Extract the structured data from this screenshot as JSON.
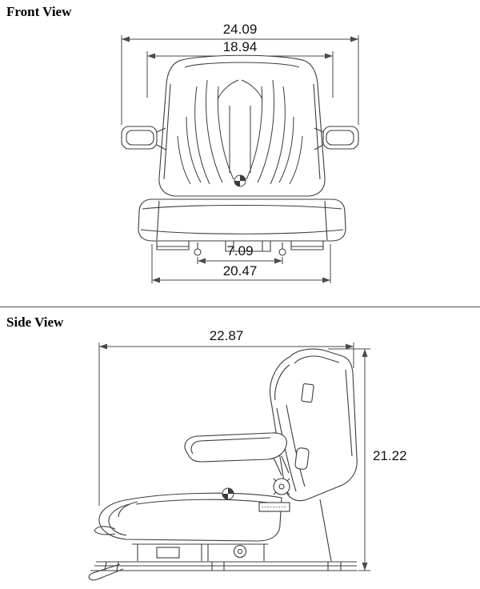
{
  "front_view": {
    "title": "Front View",
    "dimensions": {
      "overall_width": "24.09",
      "backrest_width": "18.94",
      "mount_spacing": "7.09",
      "base_width": "20.47"
    }
  },
  "side_view": {
    "title": "Side View",
    "dimensions": {
      "overall_depth": "22.87",
      "overall_height": "21.22"
    }
  },
  "colors": {
    "background": "#ffffff",
    "drawing_line": "#3c3c3c",
    "dimension_line": "#4a4a4a",
    "text": "#000000"
  }
}
